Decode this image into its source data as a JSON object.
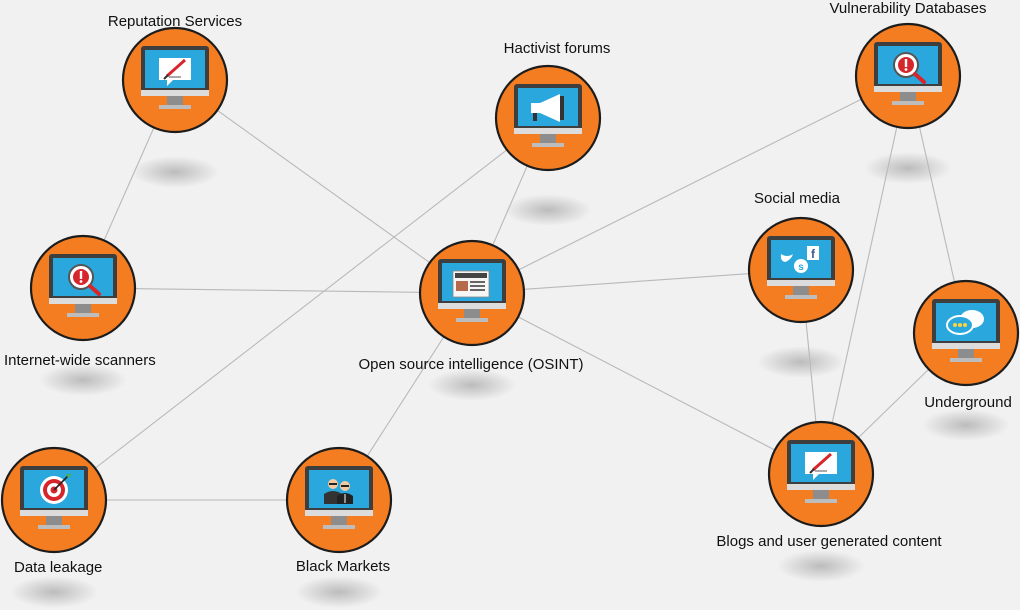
{
  "nodes": [
    {
      "id": "osint",
      "label": "Open source intelligence (OSINT)",
      "icon": "newspaper-icon"
    },
    {
      "id": "reputation",
      "label": "Reputation Services",
      "icon": "edit-document-icon"
    },
    {
      "id": "hactivist",
      "label": "Hactivist forums",
      "icon": "megaphone-icon"
    },
    {
      "id": "vulndb",
      "label": "Vulnerability Databases",
      "icon": "alert-magnifier-icon"
    },
    {
      "id": "scanners",
      "label": "Internet-wide scanners",
      "icon": "alert-magnifier-icon"
    },
    {
      "id": "social",
      "label": "Social media",
      "icon": "social-logos-icon"
    },
    {
      "id": "underground",
      "label": "Underground",
      "icon": "chat-bubbles-icon"
    },
    {
      "id": "leakage",
      "label": "Data leakage",
      "icon": "target-icon"
    },
    {
      "id": "blackmarkets",
      "label": "Black Markets",
      "icon": "agents-icon"
    },
    {
      "id": "blogs",
      "label": "Blogs and user generated content",
      "icon": "edit-document-icon"
    }
  ],
  "edges": [
    [
      "reputation",
      "scanners"
    ],
    [
      "reputation",
      "osint"
    ],
    [
      "hactivist",
      "osint"
    ],
    [
      "hactivist",
      "leakage"
    ],
    [
      "scanners",
      "osint"
    ],
    [
      "osint",
      "vulndb"
    ],
    [
      "osint",
      "social"
    ],
    [
      "osint",
      "blackmarkets"
    ],
    [
      "osint",
      "blogs"
    ],
    [
      "leakage",
      "blackmarkets"
    ],
    [
      "vulndb",
      "blogs"
    ],
    [
      "vulndb",
      "underground"
    ],
    [
      "social",
      "blogs"
    ],
    [
      "underground",
      "blogs"
    ]
  ],
  "colors": {
    "node_fill": "#f47d22",
    "screen": "#2aa7dc",
    "edge": "#b9b9b9",
    "alert": "#d7262b"
  }
}
